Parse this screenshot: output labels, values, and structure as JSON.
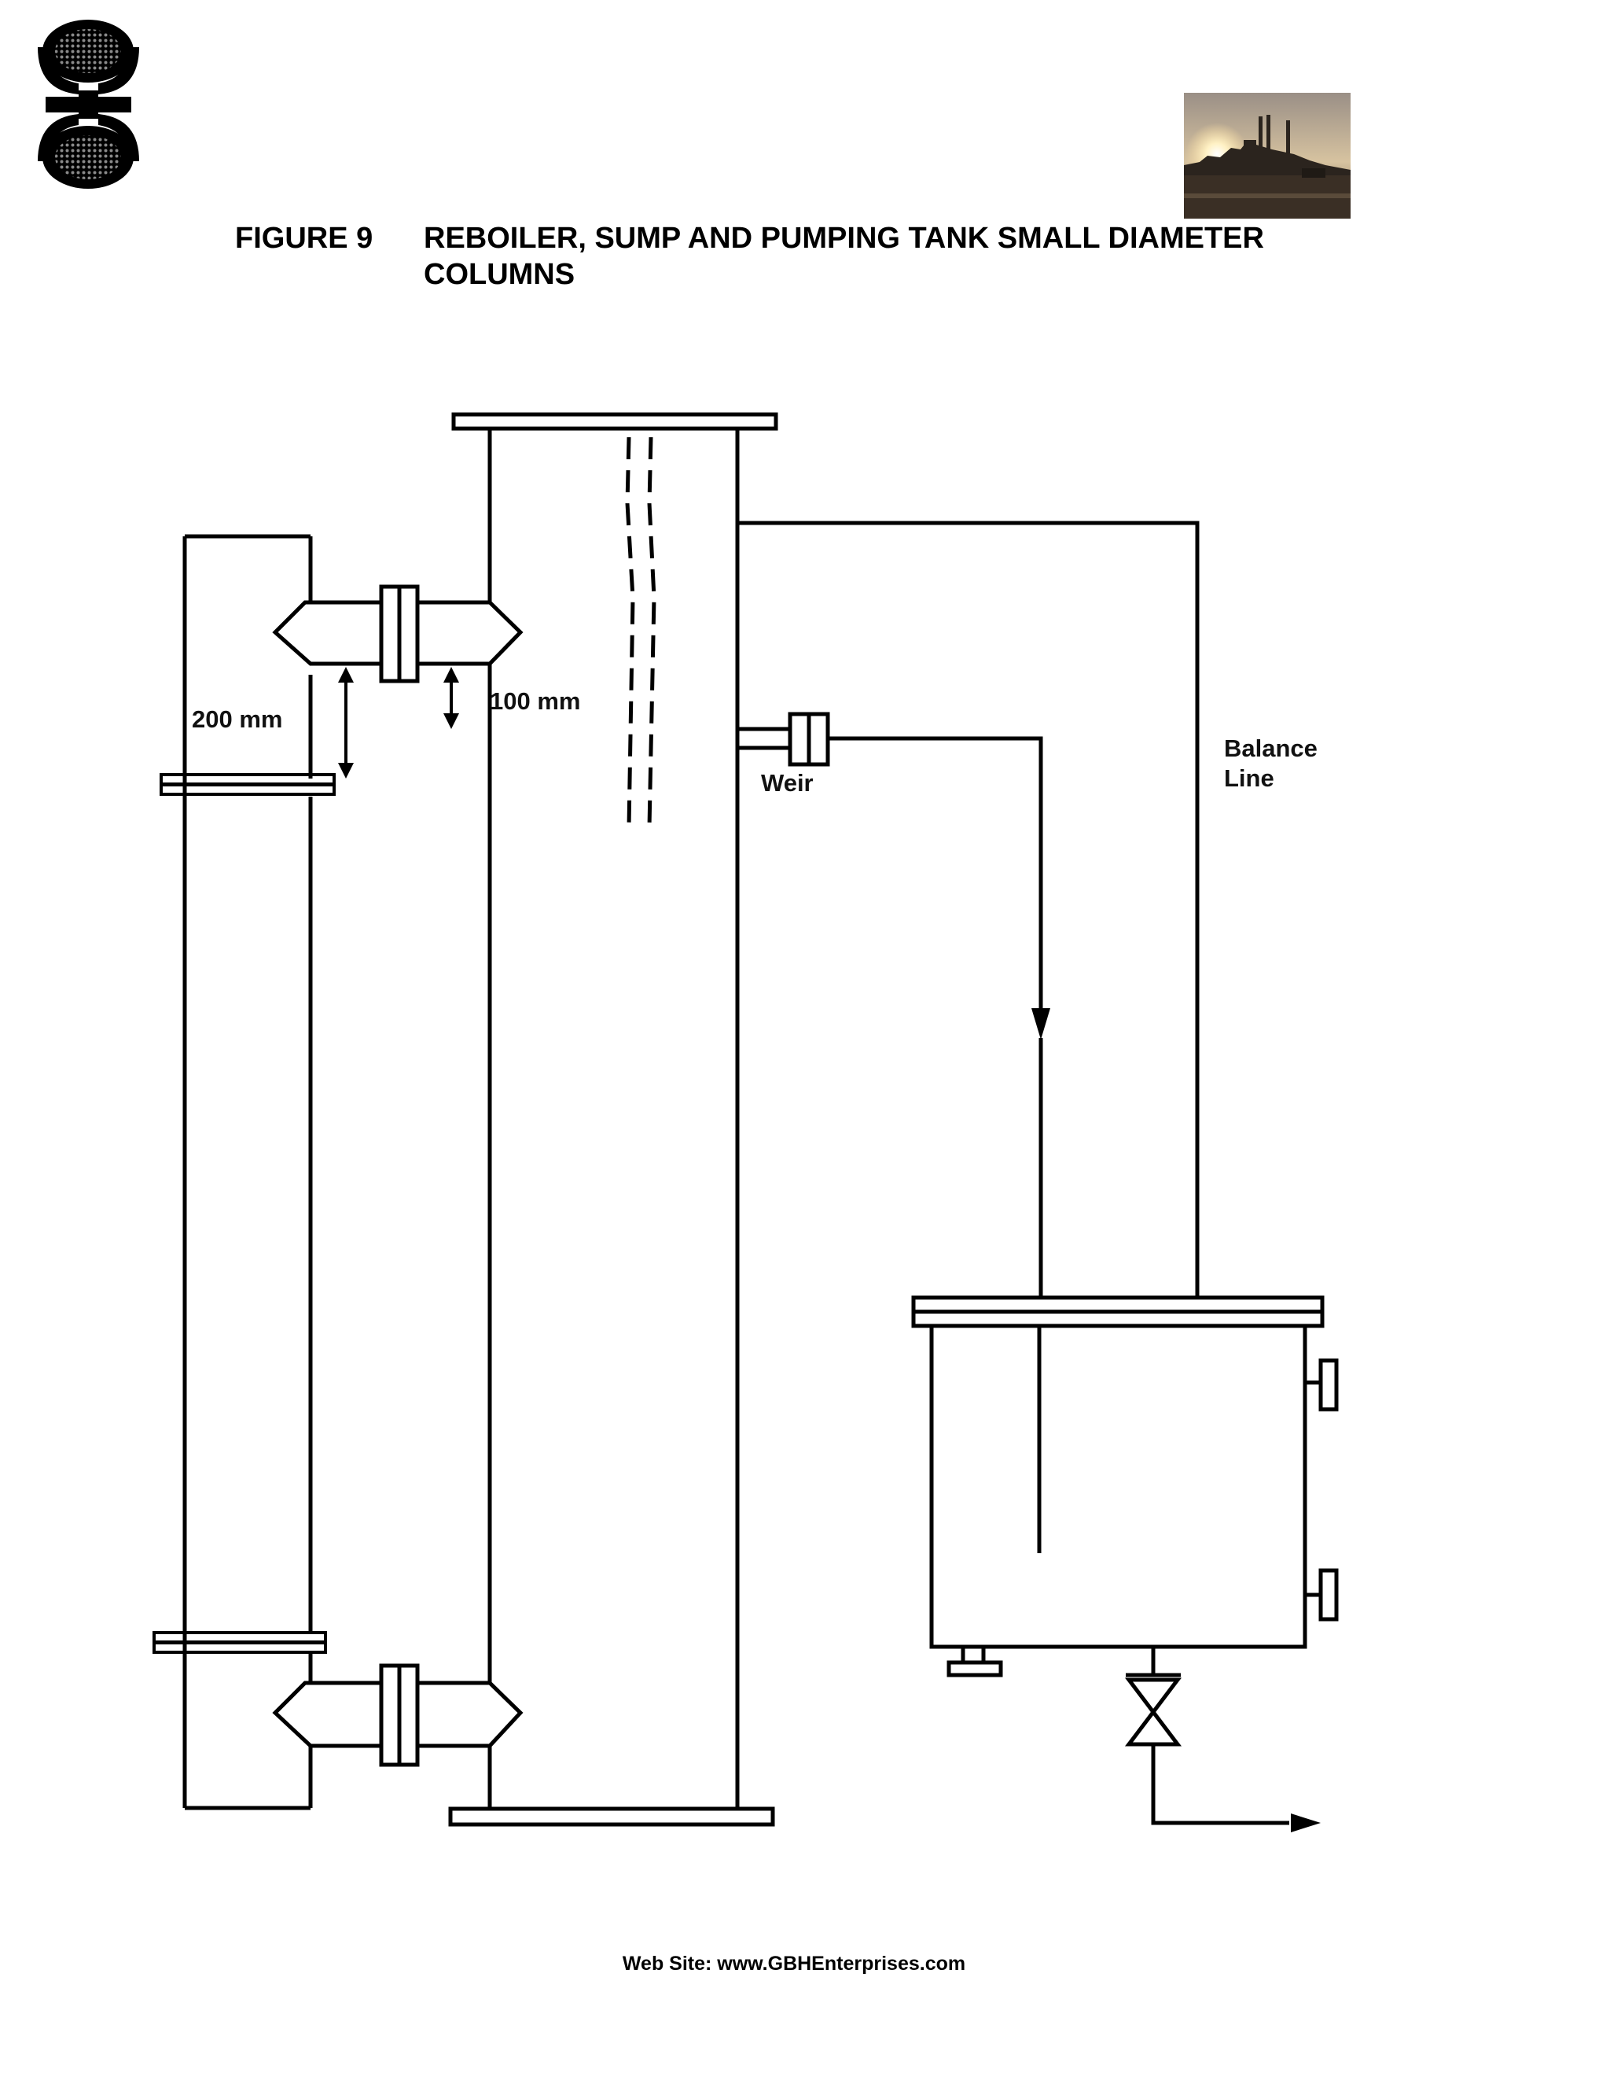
{
  "header": {
    "figure_label": "FIGURE 9",
    "figure_title": "REBOILER, SUMP AND PUMPING TANK SMALL DIAMETER COLUMNS"
  },
  "diagram": {
    "label_200mm": "200 mm",
    "label_100mm": "100 mm",
    "label_weir": "Weir",
    "label_balance_line_1": "Balance",
    "label_balance_line_2": "Line"
  },
  "footer": {
    "website": "Web Site: www.GBHEnterprises.com"
  },
  "colors": {
    "ink": "#000000",
    "sky": "#c9b89a",
    "sun": "#ffd98a"
  }
}
